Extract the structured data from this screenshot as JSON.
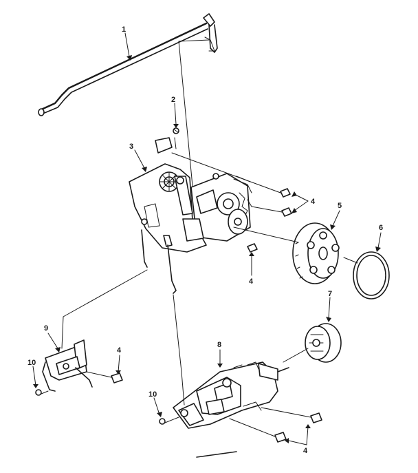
{
  "callouts": [
    {
      "id": "c1",
      "label": "1"
    },
    {
      "id": "c2",
      "label": "2"
    },
    {
      "id": "c3",
      "label": "3"
    },
    {
      "id": "c4a",
      "label": "4"
    },
    {
      "id": "c4b",
      "label": "4"
    },
    {
      "id": "c4c",
      "label": "4"
    },
    {
      "id": "c4d",
      "label": "4"
    },
    {
      "id": "c5",
      "label": "5"
    },
    {
      "id": "c6",
      "label": "6"
    },
    {
      "id": "c7",
      "label": "7"
    },
    {
      "id": "c8",
      "label": "8"
    },
    {
      "id": "c9",
      "label": "9"
    },
    {
      "id": "c10a",
      "label": "10"
    },
    {
      "id": "c10b",
      "label": "10"
    }
  ],
  "colors": {
    "ink": "#1a1a1a",
    "paper": "#ffffff"
  }
}
